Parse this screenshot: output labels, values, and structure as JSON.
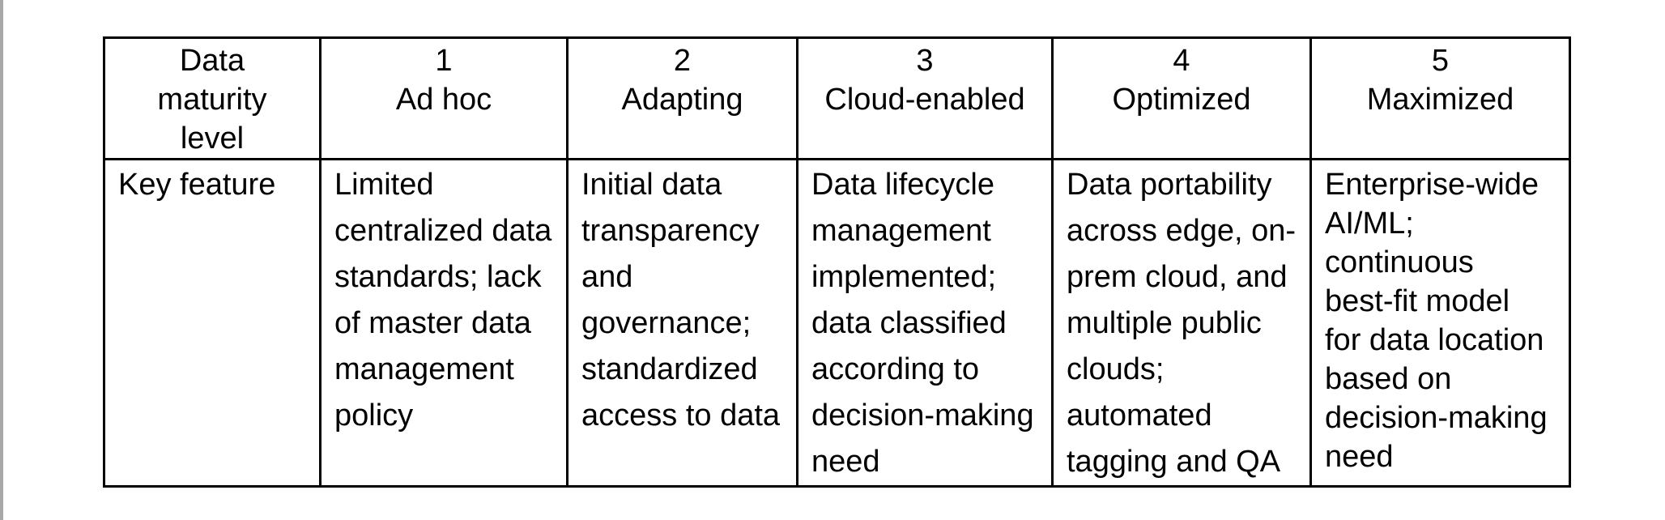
{
  "page": {
    "background_color": "#ffffff",
    "edge_line_color": "#a8a8a8",
    "border_color": "#000000",
    "text_color": "#000000"
  },
  "table": {
    "name": "data-maturity-level-table",
    "header_row": [
      "Data\nmaturity\nlevel",
      "1\nAd hoc",
      "2\nAdapting",
      "3\nCloud-enabled",
      "4\nOptimized",
      "5\nMaximized"
    ],
    "body_row": [
      "Key feature",
      "Limited\ncentralized data\nstandards; lack\nof master data\nmanagement\npolicy",
      "Initial data\ntransparency\nand\ngovernance;\nstandardized\naccess to data",
      "Data lifecycle\nmanagement\nimplemented;\ndata classified\naccording to\ndecision-making\nneed",
      "Data portability\nacross edge, on-\nprem cloud, and\nmultiple public\nclouds;\nautomated\ntagging and QA",
      "Enterprise-wide\nAI/ML;\ncontinuous\nbest-fit model\nfor data location\nbased on\ndecision-making\nneed"
    ]
  }
}
